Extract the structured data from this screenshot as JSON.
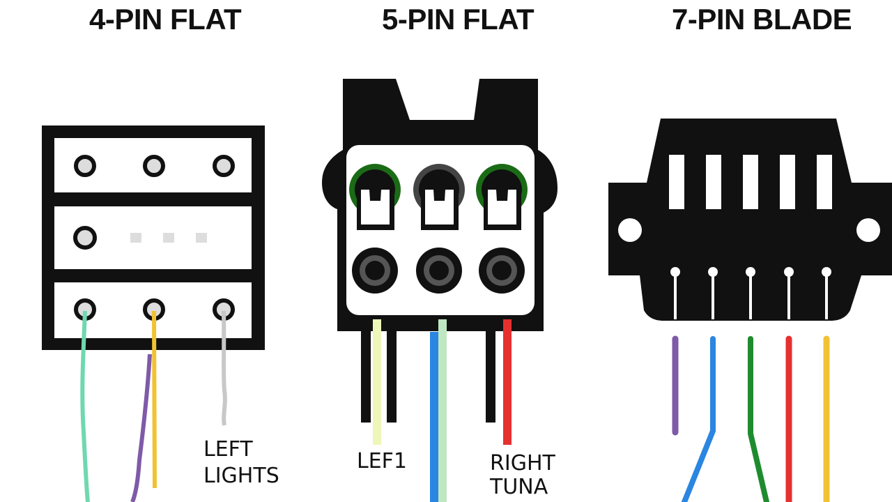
{
  "connectors": [
    {
      "title": "4-PIN FLAT",
      "labels": [
        "LEFT",
        "LIGHTS"
      ]
    },
    {
      "title": "5-PIN FLAT",
      "labels": [
        "LEF1"
      ]
    },
    {
      "title": "7-PIN BLADE",
      "labels": []
    }
  ],
  "right_label": [
    "RIGHT",
    "TUNA"
  ],
  "wire_colors": {
    "mint": "#6fd8b0",
    "purple": "#7e5aa8",
    "yellow": "#f1c232",
    "gray": "#c8c8c8",
    "pale_yellow": "#eef6b8",
    "blue": "#2a86e0",
    "pale_green": "#bfe8c2",
    "red": "#e63030",
    "green": "#1e8c2e",
    "dark_green": "#1b6b16"
  }
}
